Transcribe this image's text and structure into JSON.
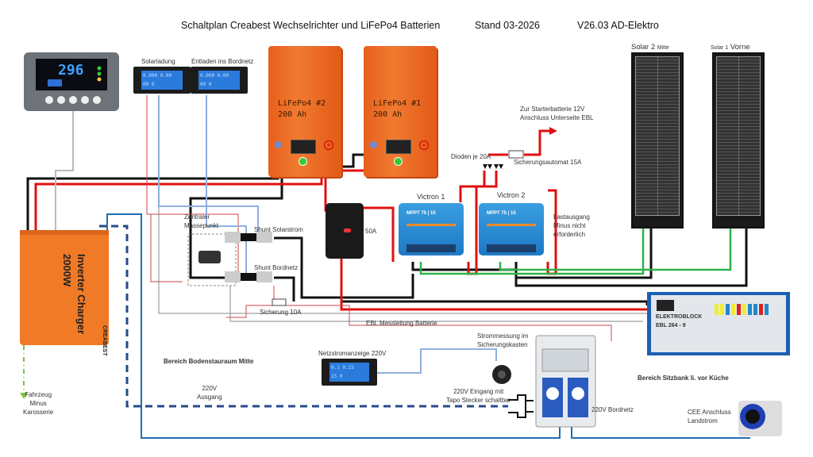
{
  "header": {
    "title": "Schaltplan Creabest Wechselrichter und LiFePo4 Batterien",
    "stand": "Stand 03-2026",
    "version": "V26.03 AD-Elektro"
  },
  "components": {
    "battery_monitor": {
      "reading": "296"
    },
    "meters": [
      {
        "label": "Solarladung",
        "line1": "0.000 0.00",
        "line2": "00 0"
      },
      {
        "label": "Entladen ins Bordnetz",
        "line1": "0.000 0.00",
        "line2": "00 0"
      }
    ],
    "batteries": [
      {
        "name": "LiFePo4 #2",
        "capacity": "200 Ah"
      },
      {
        "name": "LiFePo4 #1",
        "capacity": "200 Ah"
      }
    ],
    "solar_panels": [
      {
        "label": "Solar 2",
        "sublabel": "Mitte"
      },
      {
        "label": "Solar 1",
        "sublabel": "Vorne"
      }
    ],
    "mppt": [
      {
        "label": "Victron 1",
        "model": "MPPT 75 | 15"
      },
      {
        "label": "Victron 2",
        "model": "MPPT 75 | 15"
      }
    ],
    "inverter": {
      "line1": "Inverter Charger",
      "line2": "2000W",
      "brand": "CREABEST"
    },
    "ebl": {
      "name": "ELEKTROBLOCK",
      "model": "EBL 264 - 9"
    },
    "ac_meter": {
      "label": "Netzstromanzeige 220V",
      "line1": "0.1 0.15",
      "line2": "15 0"
    }
  },
  "labels": {
    "starter": "Zur Starterbatterie 12V",
    "starter2": "Anschluss Unterseite EBL",
    "diodes": "Dioden je 20A",
    "breaker15": "Sicherungsautomat 15A",
    "lastausgang": "Lastausgang",
    "lastausgang2": "Minus nicht",
    "lastausgang3": "erforderlich",
    "zentral": "Zentraler",
    "zentral2": "Massepunkt",
    "shunt_solar": "Shunt Solarstrom",
    "shunt_bord": "Shunt Bordnetz",
    "fuse50": "50A",
    "fuse10": "Sicherung 10A",
    "ebl_mess": "EBL Messleitung Batterie",
    "strommessung": "Strommessung im",
    "strommessung2": "Sicherungskasten",
    "area_floor": "Bereich Bodenstauraum  Mitte",
    "area_bench": "Bereich Sitzbank li. vor Küche",
    "ac_out": "220V",
    "ac_out2": "Ausgang",
    "ac_in": "220V Eingang mit",
    "ac_in2": "Tapo Stecker schaltbar",
    "bordnetz": "220V Bordnetz",
    "cee": "CEE Anschluss",
    "cee2": "Landstrom",
    "ground": "Fahrzeug",
    "ground2": "Minus",
    "ground3": "Karosserie"
  },
  "colors": {
    "positive": "#e01010",
    "negative": "#111111",
    "solar_pv": "#2db34a",
    "signal": "#8fb0e0",
    "ac": "#1f6fb5",
    "ac_dashed": "#254a8a",
    "ground": "#7cc24a"
  }
}
